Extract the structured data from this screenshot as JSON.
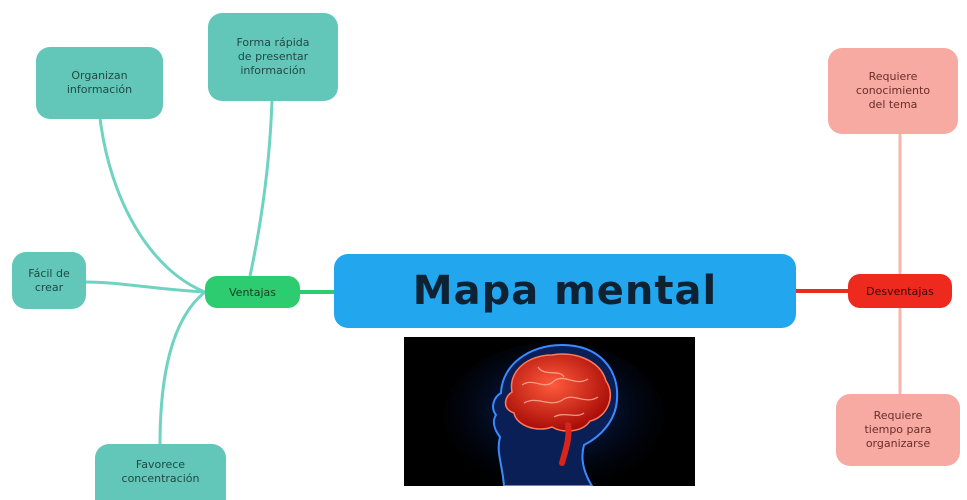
{
  "central": {
    "title": "Mapa mental"
  },
  "ventajas": {
    "label": "Ventajas",
    "color": "#2ecc71",
    "items": [
      {
        "label": "Organizan\ninformación"
      },
      {
        "label": "Forma rápida\nde presentar\ninformación"
      },
      {
        "label": "Fácil de\ncrear"
      },
      {
        "label": "Favorece\nconcentración"
      }
    ]
  },
  "desventajas": {
    "label": "Desventajas",
    "color": "#ee2a1f",
    "items": [
      {
        "label": "Requiere\nconocimiento\ndel tema"
      },
      {
        "label": "Requiere\ntiempo para\norganizarse"
      }
    ]
  },
  "image": {
    "subject": "brain-head-illustration"
  },
  "colors": {
    "central": "#22a7ee",
    "green_leaf": "#62c7b8",
    "red_leaf": "#f6aaa2",
    "green_link": "#6fd3c2",
    "red_link": "#f8b5ad"
  }
}
